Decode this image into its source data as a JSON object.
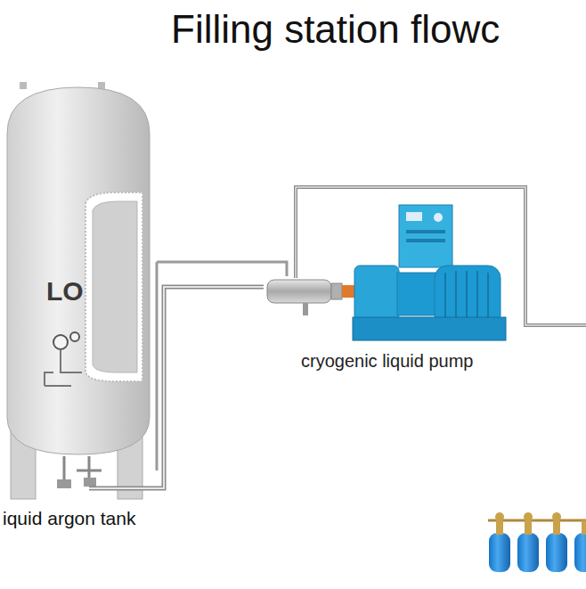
{
  "diagram": {
    "title": "Filling station flowc",
    "nodes": [
      {
        "text": [
          "LO",
          "iquid argon tank"
        ]
      },
      {
        "text": [
          "cryogenic liquid pump"
        ]
      }
    ],
    "edges": [
      {
        "from": 0,
        "to": 1,
        "arrow": "none"
      }
    ]
  }
}
